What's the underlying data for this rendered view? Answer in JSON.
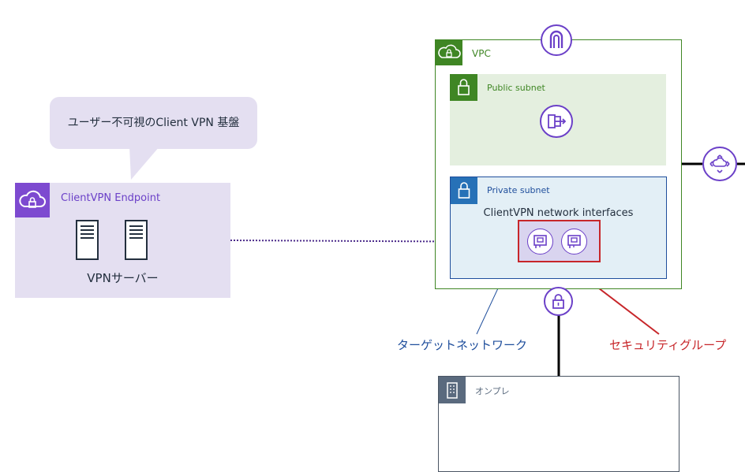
{
  "callout": {
    "text": "ユーザー不可視のClient VPN 基盤"
  },
  "endpoint": {
    "title": "ClientVPN Endpoint",
    "subtitle": "VPNサーバー",
    "icon": "cloud-lock-icon",
    "server_icon": "server-icon"
  },
  "vpc": {
    "title": "VPC",
    "icon": "cloud-lock-icon"
  },
  "public_subnet": {
    "title": "Public subnet",
    "icon": "lock-icon",
    "inner_icon": "nat-gateway-icon"
  },
  "private_subnet": {
    "title": "Private subnet",
    "subtitle": "ClientVPN network interfaces",
    "icon": "lock-icon",
    "inner_icon": "network-interface-icon"
  },
  "internet_gateway": {
    "icon": "internet-gateway-icon"
  },
  "vpn_gateway": {
    "icon": "vpn-gateway-lock-icon"
  },
  "router": {
    "icon": "router-icon"
  },
  "onprem": {
    "title": "オンプレ",
    "icon": "building-icon"
  },
  "labels": {
    "target_network": "ターゲットネットワーク",
    "security_group": "セキュリティグループ"
  },
  "colors": {
    "purple": "#6b40c8",
    "green": "#3f8624",
    "blue": "#1f4e9c",
    "red": "#c7262a"
  }
}
